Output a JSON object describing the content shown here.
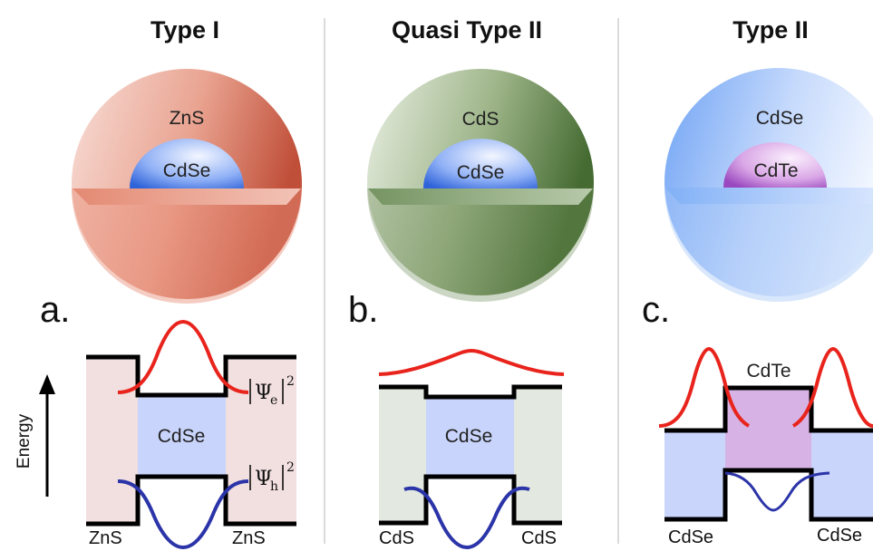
{
  "panels": [
    {
      "letter": "a.",
      "title": "Type I",
      "shell": "ZnS",
      "core": "CdSe",
      "band_core_label": "CdSe",
      "bottom_left": "ZnS",
      "bottom_right": "ZnS",
      "colors": {
        "shell_light": "#f9ddd6",
        "shell_dark": "#c8553f",
        "core_light": "#dfe8ff",
        "core_dark": "#3a6fe0",
        "shell_band": "#f2dfdf",
        "core_band": "#c8d4fb"
      }
    },
    {
      "letter": "b.",
      "title": "Quasi Type II",
      "shell": "CdS",
      "core": "CdSe",
      "band_core_label": "CdSe",
      "bottom_left": "CdS",
      "bottom_right": "CdS",
      "colors": {
        "shell_light": "#e3ecdc",
        "shell_dark": "#4a7038",
        "core_light": "#dfe8ff",
        "core_dark": "#3a6fe0",
        "shell_band": "#e3e9e0",
        "core_band": "#c8d4fb"
      }
    },
    {
      "letter": "c.",
      "title": "Type II",
      "shell": "CdSe",
      "core": "CdTe",
      "band_core_label": "CdTe",
      "bottom_left": "CdSe",
      "bottom_right": "CdSe",
      "colors": {
        "shell_light": "#eaf1ff",
        "shell_dark": "#3f84ee",
        "core_light": "#efd8f3",
        "core_dark": "#9b4cc0",
        "shell_band": "#c9d5fb",
        "core_band": "#d7b2e4"
      }
    }
  ],
  "wavefunctions": {
    "electron": {
      "symbol": "Ψ",
      "subscript": "e",
      "power": "2",
      "color": "#e8241c"
    },
    "hole": {
      "symbol": "Ψ",
      "subscript": "h",
      "power": "2",
      "color": "#2b34a8"
    }
  },
  "axis": {
    "label": "Energy"
  },
  "colors": {
    "band_edge": "#000000",
    "divider": "#c8c8c8"
  }
}
